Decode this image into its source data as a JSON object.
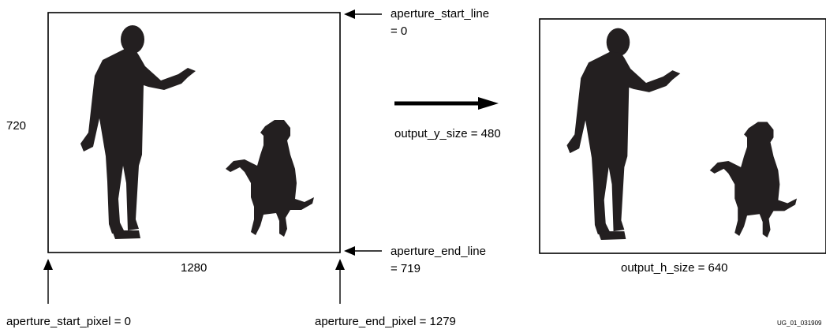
{
  "input_frame": {
    "height_label": "720",
    "width_label": "1280",
    "aperture_start_line": {
      "name": "aperture_start_line",
      "value": "= 0"
    },
    "aperture_end_line": {
      "name": "aperture_end_line",
      "value": "= 719"
    },
    "aperture_start_pixel": "aperture_start_pixel = 0",
    "aperture_end_pixel": "aperture_end_pixel = 1279"
  },
  "transform": {
    "output_y_size": "output_y_size = 480"
  },
  "output_frame": {
    "output_h_size": "output_h_size = 640"
  },
  "figure_id": "UG_01_031909",
  "colors": {
    "silhouette": "#231f20",
    "stroke": "#000000"
  }
}
